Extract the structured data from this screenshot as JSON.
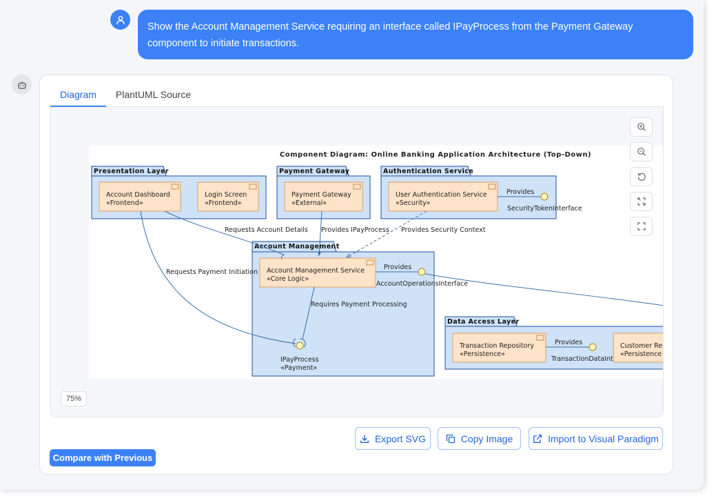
{
  "chat": {
    "user_message": "Show the Account Management Service requiring an interface called IPayProcess from the Payment Gateway component to initiate transactions."
  },
  "tabs": [
    {
      "label": "Diagram",
      "active": true
    },
    {
      "label": "PlantUML Source",
      "active": false
    }
  ],
  "diagram": {
    "title": "Component Diagram: Online Banking Application Architecture (Top-Down)",
    "packages": {
      "presentation": "Presentation Layer",
      "payment_gateway": "Payment Gateway",
      "authentication": "Authentication Service",
      "account_management": "Account Management",
      "data_access": "Data Access Layer"
    },
    "components": {
      "account_dashboard": {
        "name": "Account Dashboard",
        "stereotype": "«Frontend»"
      },
      "login_screen": {
        "name": "Login Screen",
        "stereotype": "«Frontend»"
      },
      "payment_gateway": {
        "name": "Payment Gateway",
        "stereotype": "«External»"
      },
      "user_auth": {
        "name": "User Authentication Service",
        "stereotype": "«Security»"
      },
      "account_mgmt": {
        "name": "Account Management Service",
        "stereotype": "«Core Logic»"
      },
      "transaction_repo": {
        "name": "Transaction Repository",
        "stereotype": "«Persistence»"
      },
      "customer_repo": {
        "name": "Customer Re",
        "stereotype": "«Persistence"
      }
    },
    "interfaces": {
      "security_token": "SecurityTokenInterface",
      "account_operations": "AccountOperationsInterface",
      "ipay_name": "IPayProcess",
      "ipay_stereotype": "«Payment»",
      "transaction_data": "TransactionDataInterface"
    },
    "labels": {
      "provides": "Provides",
      "requests_account_details": "Requests Account Details",
      "provides_ipayprocess": "Provides IPayProcess",
      "provides_security_context": "Provides Security Context",
      "requests_payment_initiation": "Requests Payment Initiation",
      "requires_payment_processing": "Requires Payment Processing"
    }
  },
  "zoom_level": "75%",
  "actions": {
    "export_svg": "Export SVG",
    "copy_image": "Copy Image",
    "import_vp": "Import to Visual Paradigm",
    "compare": "Compare with Previous"
  },
  "colors": {
    "accent": "#3c82f6",
    "package_fill": "#cfe2f7",
    "package_stroke": "#1f4e9c",
    "component_fill": "#fde3c8",
    "component_stroke": "#d9a36a",
    "interface_fill": "#fdf3c0"
  }
}
